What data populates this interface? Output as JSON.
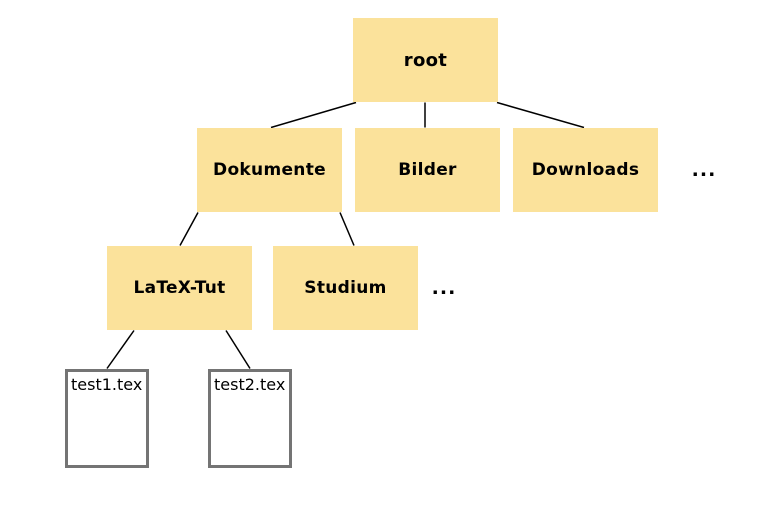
{
  "diagram": {
    "type": "tree",
    "nodes": {
      "root": "root",
      "dokumente": "Dokumente",
      "bilder": "Bilder",
      "downloads": "Downloads",
      "more_level2": "...",
      "latex_tut": "LaTeX-Tut",
      "studium": "Studium",
      "more_level3": "...",
      "test1": "test1.tex",
      "test2": "test2.tex"
    },
    "edges": [
      [
        "root",
        "Dokumente"
      ],
      [
        "root",
        "Bilder"
      ],
      [
        "root",
        "Downloads"
      ],
      [
        "Dokumente",
        "LaTeX-Tut"
      ],
      [
        "Dokumente",
        "Studium"
      ],
      [
        "LaTeX-Tut",
        "test1.tex"
      ],
      [
        "LaTeX-Tut",
        "test2.tex"
      ]
    ],
    "colors": {
      "folder_fill": "#FBE29B",
      "file_border": "#747474",
      "edge": "#000000",
      "text": "#000000",
      "background": "#FFFFFF"
    }
  }
}
